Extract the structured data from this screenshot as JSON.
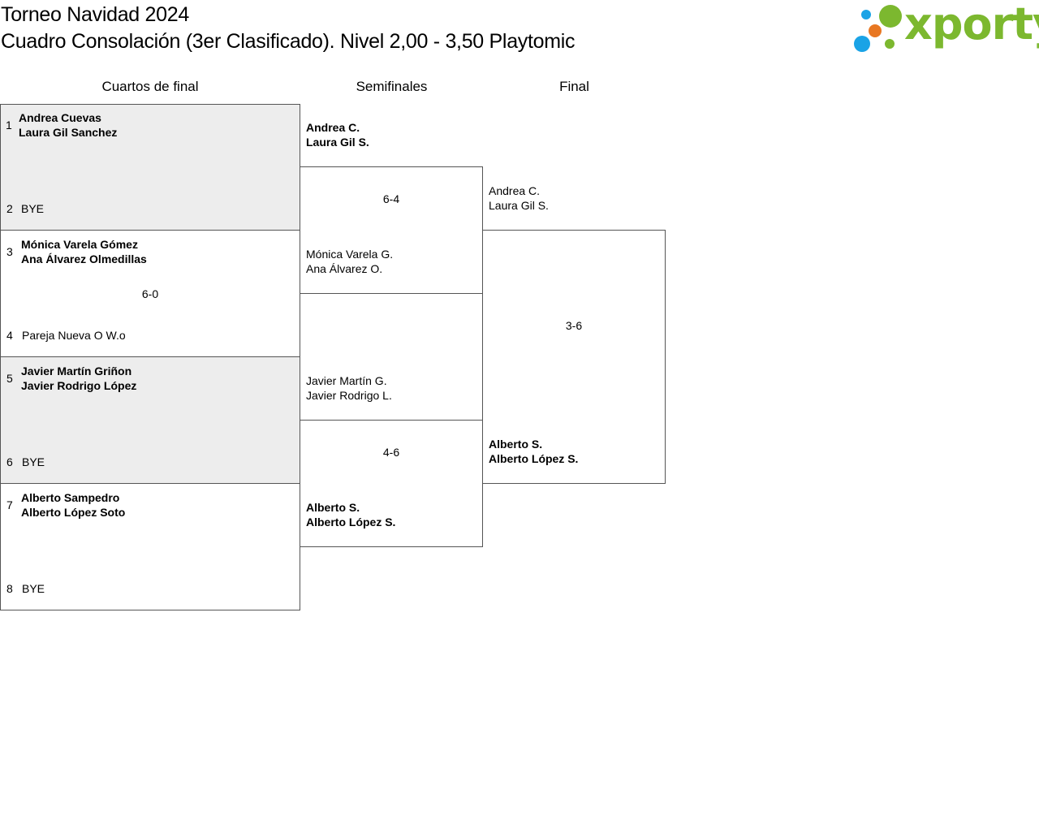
{
  "header": {
    "title": "Torneo Navidad 2024",
    "subtitle": "Cuadro Consolación (3er Clasificado). Nivel 2,00 - 3,50 Playtomic",
    "logo_text": "xporty",
    "logo_colors": [
      "#1aa3e6",
      "#e87722",
      "#7cb82f"
    ]
  },
  "rounds": [
    "Cuartos de final",
    "Semifinales",
    "Final"
  ],
  "quarterfinals": [
    {
      "seed_a": "1",
      "a1": "Andrea Cuevas",
      "a2": "Laura Gil Sanchez",
      "seed_b": "2",
      "b1": "BYE",
      "b2": "",
      "score": ""
    },
    {
      "seed_a": "3",
      "a1": "Mónica Varela Gómez",
      "a2": "Ana Álvarez Olmedillas",
      "seed_b": "4",
      "b1": "Pareja Nueva O W.o",
      "b2": "",
      "score": "6-0"
    },
    {
      "seed_a": "5",
      "a1": "Javier Martín Griñon",
      "a2": "Javier Rodrigo López",
      "seed_b": "6",
      "b1": "BYE",
      "b2": "",
      "score": ""
    },
    {
      "seed_a": "7",
      "a1": "Alberto Sampedro",
      "a2": "Alberto López Soto",
      "seed_b": "8",
      "b1": "BYE",
      "b2": "",
      "score": ""
    }
  ],
  "semifinals": [
    {
      "a1": "Andrea C.",
      "a2": "Laura Gil S.",
      "b1": "Mónica Varela G.",
      "b2": "Ana Álvarez O.",
      "score": "6-4"
    },
    {
      "a1": "Javier Martín G.",
      "a2": "Javier Rodrigo L.",
      "b1": "Alberto S.",
      "b2": "Alberto López S.",
      "score": "4-6"
    }
  ],
  "final": {
    "a1": "Andrea C.",
    "a2": "Laura Gil S.",
    "b1": "Alberto S.",
    "b2": "Alberto López S.",
    "score": "3-6"
  },
  "colors": {
    "bye_background": "#ededed",
    "border": "#555555"
  }
}
